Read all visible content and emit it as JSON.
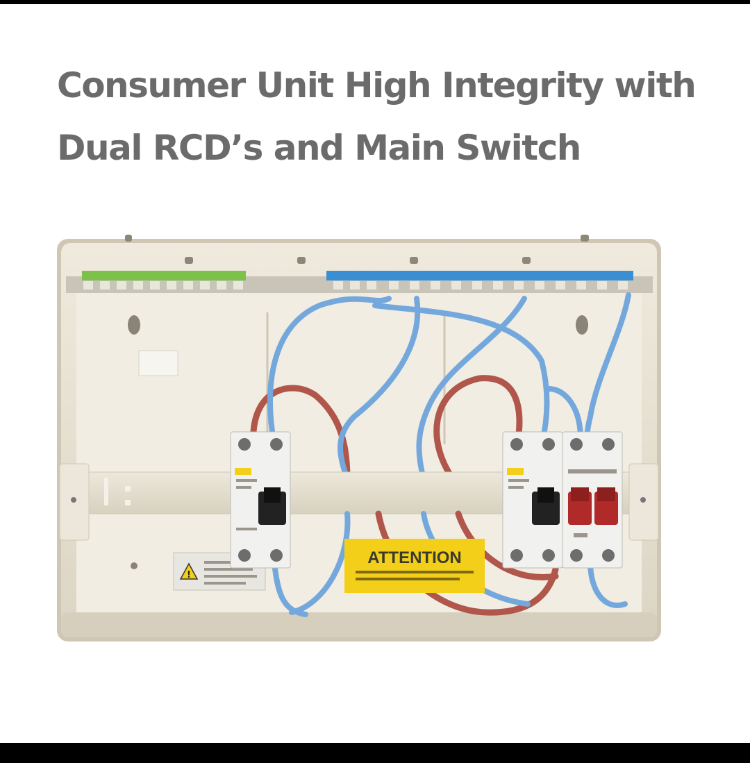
{
  "header": {
    "title_line1": "Consumer Unit High Integrity with",
    "title_line2": "Dual RCD’s and Main Switch"
  },
  "image": {
    "warning_label_text": "ATTENTION",
    "colors": {
      "enclosure": "#e7e1d2",
      "blue_wire": "#74a8dc",
      "red_wire": "#b0564b",
      "green_bar": "#7cc24a",
      "blue_bar": "#3a8fd4",
      "warning_label": "#f3cf1a",
      "main_switch_handle": "#b02a2a"
    }
  }
}
